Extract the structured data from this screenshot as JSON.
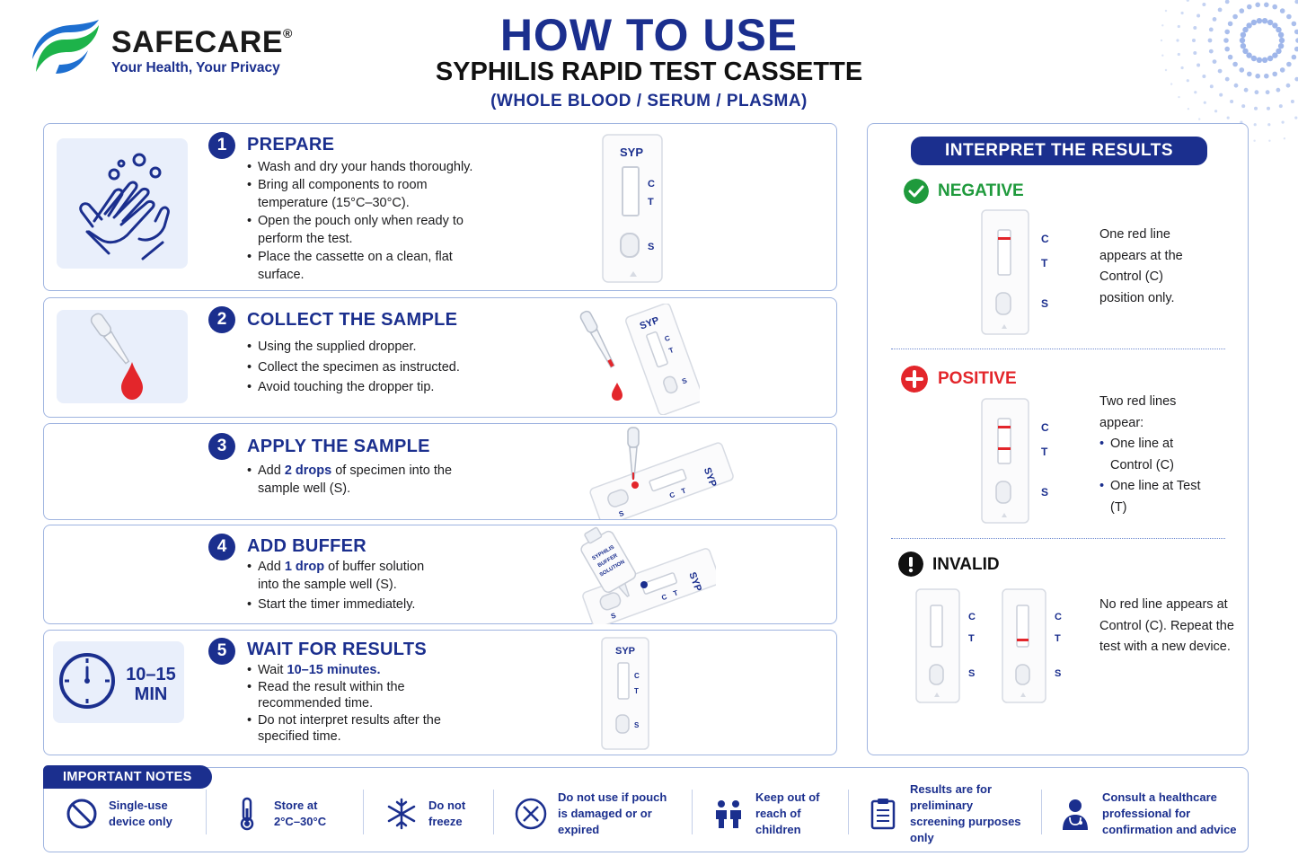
{
  "brand": {
    "name": "SAFECARE",
    "registered": "®",
    "tagline": "Your Health, Your Privacy"
  },
  "header": {
    "title": "HOW TO USE",
    "subtitle": "SYPHILIS RAPID TEST CASSETTE",
    "specimen": "(WHOLE BLOOD / SERUM / PLASMA)"
  },
  "cassette_labels": {
    "brand": "SYP",
    "c": "C",
    "t": "T",
    "s": "S"
  },
  "steps": [
    {
      "number": "1",
      "title": "PREPARE",
      "bullets": [
        "Wash and dry your hands thoroughly.",
        "Bring all components to room temperature (15°C–30°C).",
        "Open the pouch only when ready to perform the test.",
        "Place the cassette on a clean, flat surface."
      ]
    },
    {
      "number": "2",
      "title": "COLLECT THE SAMPLE",
      "bullets": [
        "Using the supplied dropper.",
        "Collect the specimen as instructed.",
        "Avoid touching the dropper tip."
      ]
    },
    {
      "number": "3",
      "title": "APPLY THE SAMPLE",
      "bullet_pre": "Add ",
      "bullet_hl": "2 drops",
      "bullet_post": " of specimen into the sample well (S)."
    },
    {
      "number": "4",
      "title": "ADD BUFFER",
      "bullet1_pre": "Add ",
      "bullet1_hl": "1 drop",
      "bullet1_post": " of buffer solution into the sample well (S).",
      "bullet2": "Start the timer immediately.",
      "bottle_label": "SYPHILIS BUFFER SOLUTION"
    },
    {
      "number": "5",
      "title": "WAIT FOR RESULTS",
      "timer_label_1": "10–15",
      "timer_label_2": "MIN",
      "bullet1_pre": "Wait ",
      "bullet1_hl": "10–15 minutes.",
      "bullets": [
        "Read the result within the recommended time.",
        "Do not interpret results after the specified time."
      ]
    }
  ],
  "results": {
    "heading": "INTERPRET THE RESULTS",
    "negative": {
      "label": "NEGATIVE",
      "color": "#1f9a3c",
      "text": "One red line appears at the Control (C) position only."
    },
    "positive": {
      "label": "POSITIVE",
      "color": "#e3262b",
      "intro": "Two red lines appear:",
      "items": [
        "One line at Control (C)",
        "One line at Test (T)"
      ]
    },
    "invalid": {
      "label": "INVALID",
      "color": "#111111",
      "text": "No red line appears at Control (C). Repeat the test with a new device."
    }
  },
  "notes": {
    "heading": "IMPORTANT NOTES",
    "items": [
      {
        "icon": "no-symbol-icon",
        "text": "Single-use device only"
      },
      {
        "icon": "thermometer-icon",
        "text": "Store at 2°C–30°C"
      },
      {
        "icon": "snowflake-icon",
        "text": "Do not freeze"
      },
      {
        "icon": "cross-circle-icon",
        "text": "Do not use if pouch is damaged or or expired"
      },
      {
        "icon": "children-icon",
        "text": "Keep out of reach of children"
      },
      {
        "icon": "clipboard-icon",
        "text": "Results are for preliminary screening purposes only"
      },
      {
        "icon": "doctor-icon",
        "text": "Consult a healthcare professional for confirmation and advice"
      }
    ]
  },
  "colors": {
    "navy": "#1b2f8e",
    "red": "#e3262b",
    "green": "#1f9a3c",
    "tile": "#e9effb",
    "border": "#9fb4e0"
  }
}
